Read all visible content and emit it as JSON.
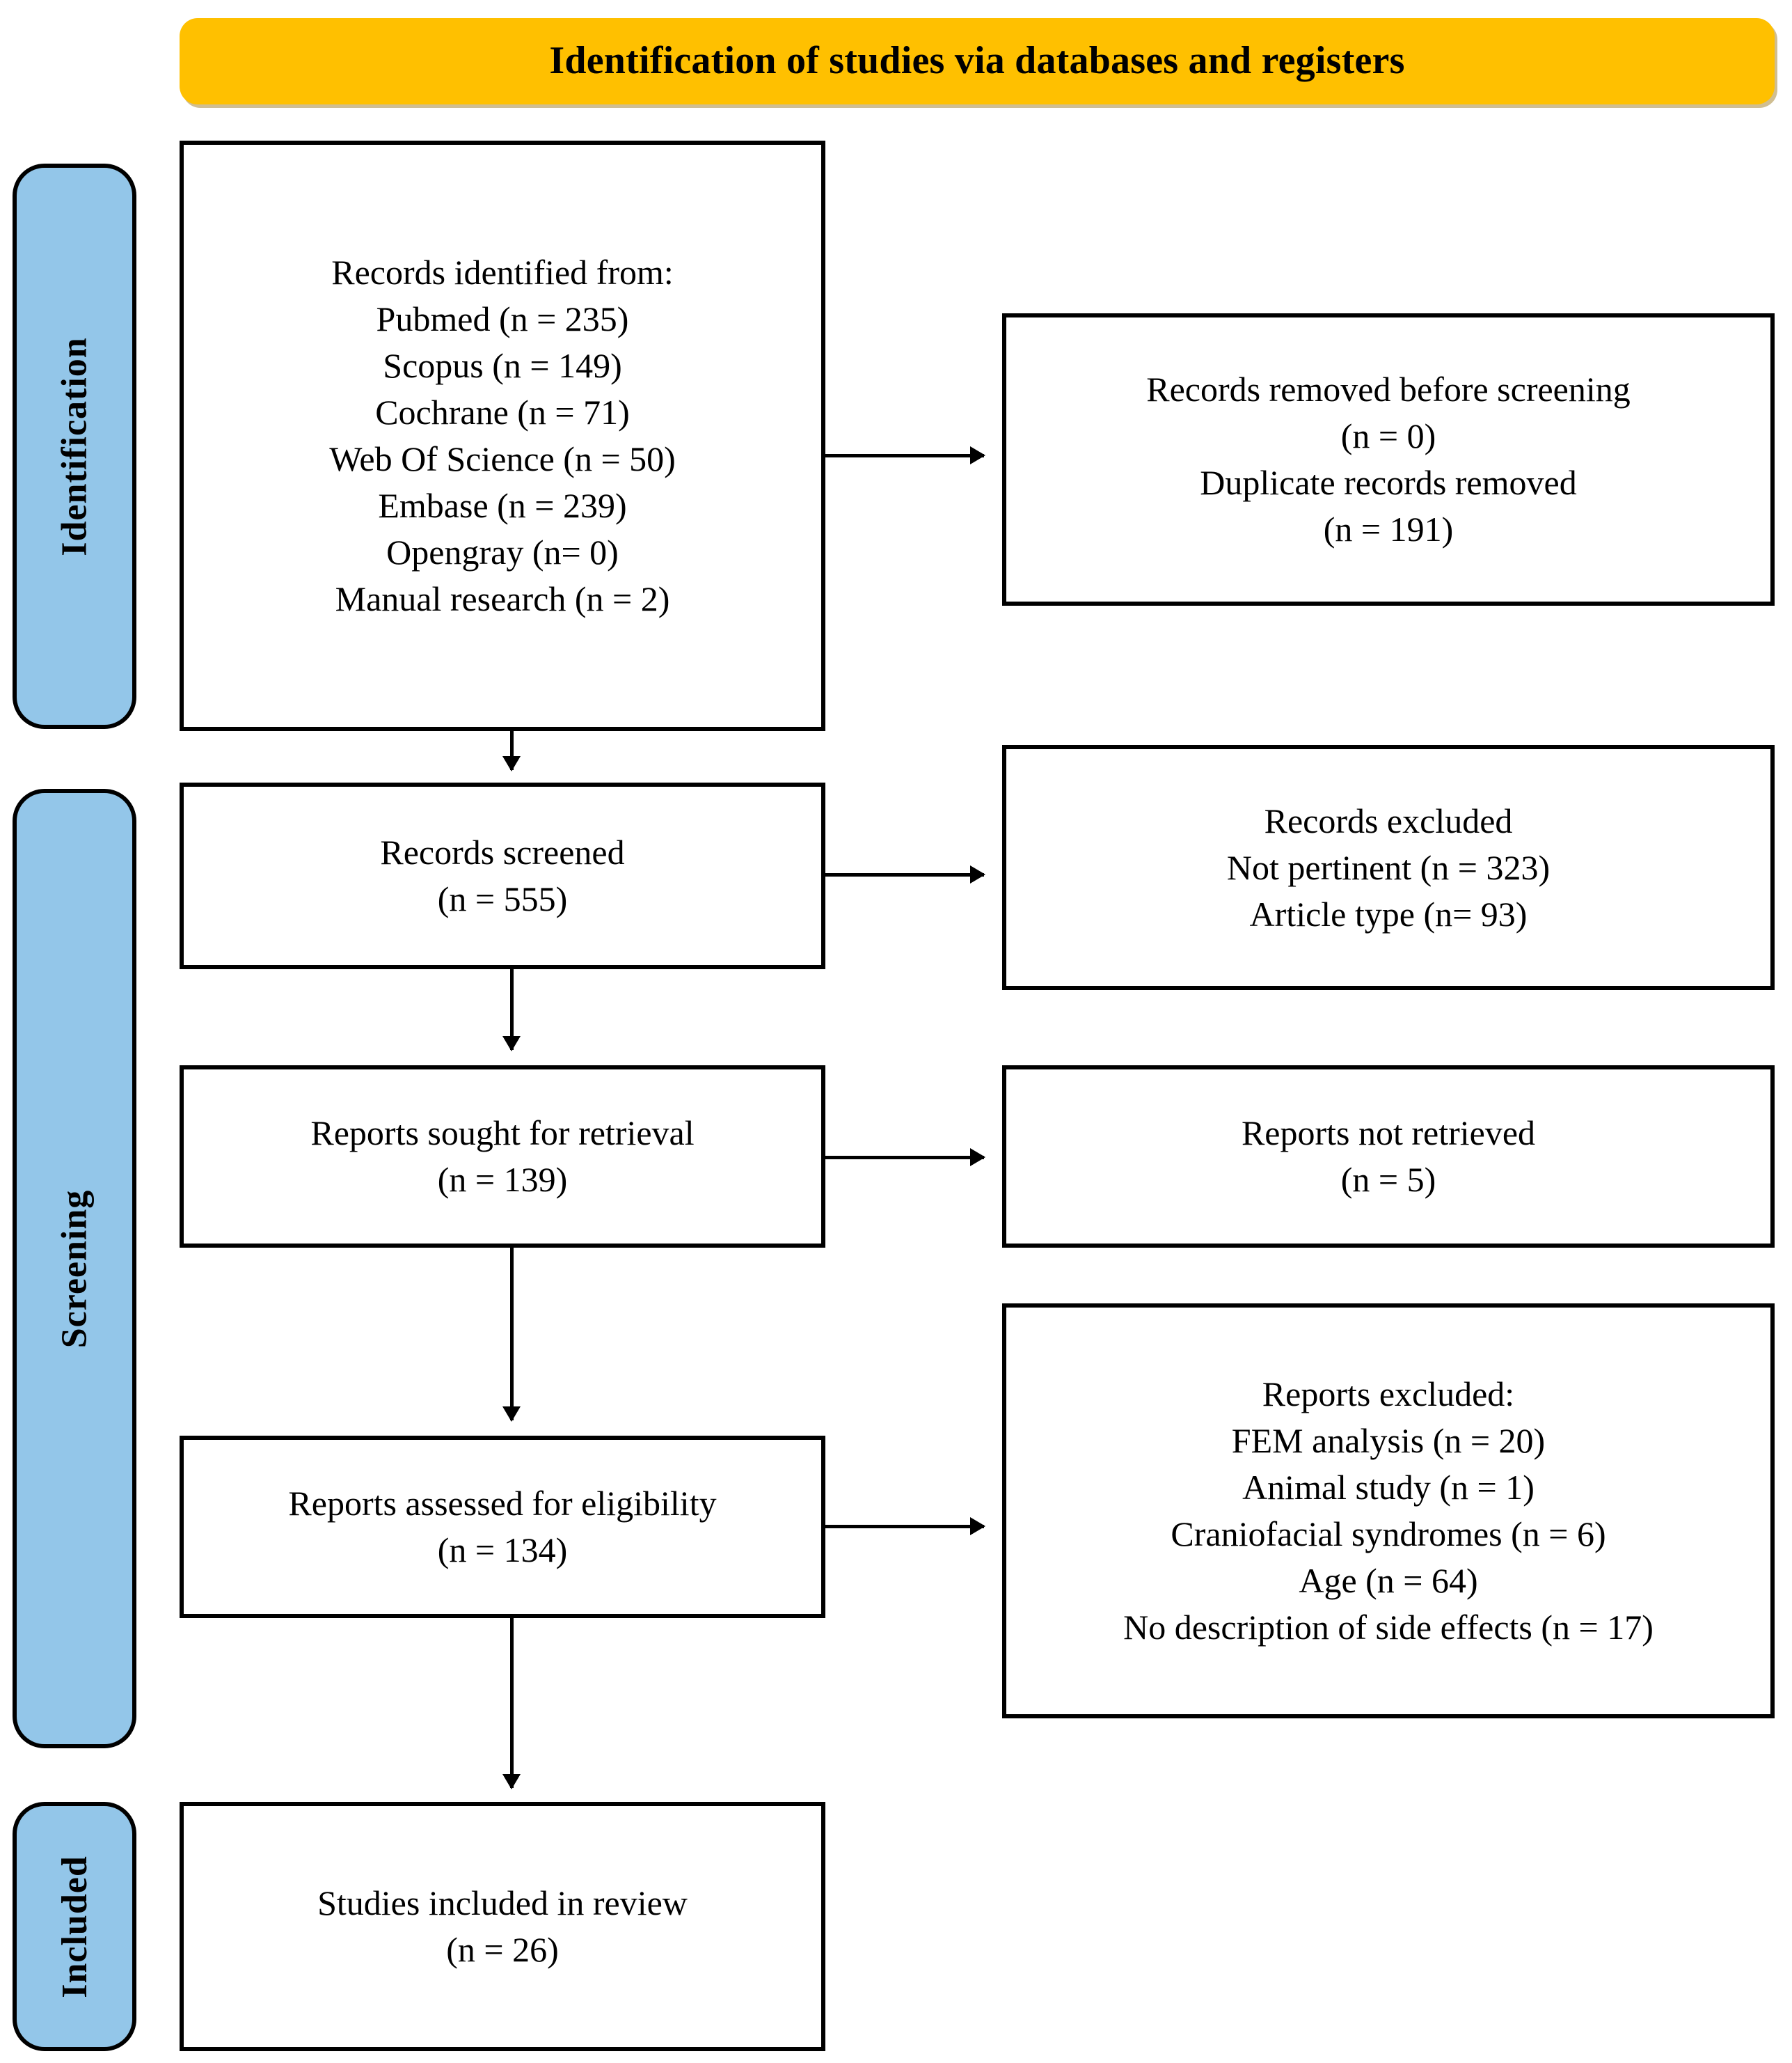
{
  "header": {
    "title": "Identification of studies via databases and registers",
    "background_color": "#FFC000"
  },
  "stage_labels": {
    "identification": "Identification",
    "screening": "Screening",
    "included": "Included",
    "background_color": "#93C6E9"
  },
  "boxes": {
    "records_identified": {
      "lines": [
        "Records identified from:",
        "Pubmed (n = 235)",
        "Scopus (n = 149)",
        "Cochrane (n = 71)",
        "Web Of Science (n = 50)",
        "Embase (n = 239)",
        "Opengray (n= 0)",
        "Manual research (n = 2)"
      ]
    },
    "records_removed": {
      "lines": [
        "Records removed before screening",
        "(n = 0)",
        "Duplicate records removed",
        "(n = 191)"
      ]
    },
    "records_screened": {
      "lines": [
        "Records screened",
        "(n = 555)"
      ]
    },
    "records_excluded": {
      "lines": [
        "Records excluded",
        "Not pertinent (n = 323)",
        "Article type (n= 93)"
      ]
    },
    "reports_sought": {
      "lines": [
        "Reports sought for retrieval",
        "(n = 139)"
      ]
    },
    "reports_not_retrieved": {
      "lines": [
        "Reports not retrieved",
        "(n = 5)"
      ]
    },
    "reports_assessed": {
      "lines": [
        "Reports assessed for eligibility",
        "(n = 134)"
      ]
    },
    "reports_excluded": {
      "lines": [
        "Reports excluded:",
        "FEM analysis (n = 20)",
        "Animal study (n = 1)",
        "Craniofacial syndromes (n = 6)",
        "Age (n = 64)",
        "No description of side effects (n = 17)"
      ]
    },
    "studies_included": {
      "lines": [
        "Studies included in review",
        "(n = 26)"
      ]
    }
  },
  "chart_data": {
    "type": "diagram",
    "title": "Identification of studies via databases and registers",
    "nodes": [
      {
        "id": "records_identified",
        "stage": "Identification",
        "column": "left",
        "label": "Records identified from",
        "sources": [
          {
            "name": "Pubmed",
            "n": 235
          },
          {
            "name": "Scopus",
            "n": 149
          },
          {
            "name": "Cochrane",
            "n": 71
          },
          {
            "name": "Web Of Science",
            "n": 50
          },
          {
            "name": "Embase",
            "n": 239
          },
          {
            "name": "Opengray",
            "n": 0
          },
          {
            "name": "Manual research",
            "n": 2
          }
        ]
      },
      {
        "id": "records_removed",
        "stage": "Identification",
        "column": "right",
        "label": "Records removed before screening",
        "items": [
          {
            "name": "Records removed before screening",
            "n": 0
          },
          {
            "name": "Duplicate records removed",
            "n": 191
          }
        ]
      },
      {
        "id": "records_screened",
        "stage": "Screening",
        "column": "left",
        "label": "Records screened",
        "n": 555
      },
      {
        "id": "records_excluded",
        "stage": "Screening",
        "column": "right",
        "label": "Records excluded",
        "items": [
          {
            "name": "Not pertinent",
            "n": 323
          },
          {
            "name": "Article type",
            "n": 93
          }
        ]
      },
      {
        "id": "reports_sought",
        "stage": "Screening",
        "column": "left",
        "label": "Reports sought for retrieval",
        "n": 139
      },
      {
        "id": "reports_not_retrieved",
        "stage": "Screening",
        "column": "right",
        "label": "Reports not retrieved",
        "n": 5
      },
      {
        "id": "reports_assessed",
        "stage": "Screening",
        "column": "left",
        "label": "Reports assessed for eligibility",
        "n": 134
      },
      {
        "id": "reports_excluded",
        "stage": "Screening",
        "column": "right",
        "label": "Reports excluded",
        "items": [
          {
            "name": "FEM analysis",
            "n": 20
          },
          {
            "name": "Animal study",
            "n": 1
          },
          {
            "name": "Craniofacial syndromes",
            "n": 6
          },
          {
            "name": "Age",
            "n": 64
          },
          {
            "name": "No description of side effects",
            "n": 17
          }
        ]
      },
      {
        "id": "studies_included",
        "stage": "Included",
        "column": "left",
        "label": "Studies included in review",
        "n": 26
      }
    ],
    "edges": [
      {
        "from": "records_identified",
        "to": "records_removed",
        "direction": "right"
      },
      {
        "from": "records_identified",
        "to": "records_screened",
        "direction": "down"
      },
      {
        "from": "records_screened",
        "to": "records_excluded",
        "direction": "right"
      },
      {
        "from": "records_screened",
        "to": "reports_sought",
        "direction": "down"
      },
      {
        "from": "reports_sought",
        "to": "reports_not_retrieved",
        "direction": "right"
      },
      {
        "from": "reports_sought",
        "to": "reports_assessed",
        "direction": "down"
      },
      {
        "from": "reports_assessed",
        "to": "reports_excluded",
        "direction": "right"
      },
      {
        "from": "reports_assessed",
        "to": "studies_included",
        "direction": "down"
      }
    ]
  }
}
